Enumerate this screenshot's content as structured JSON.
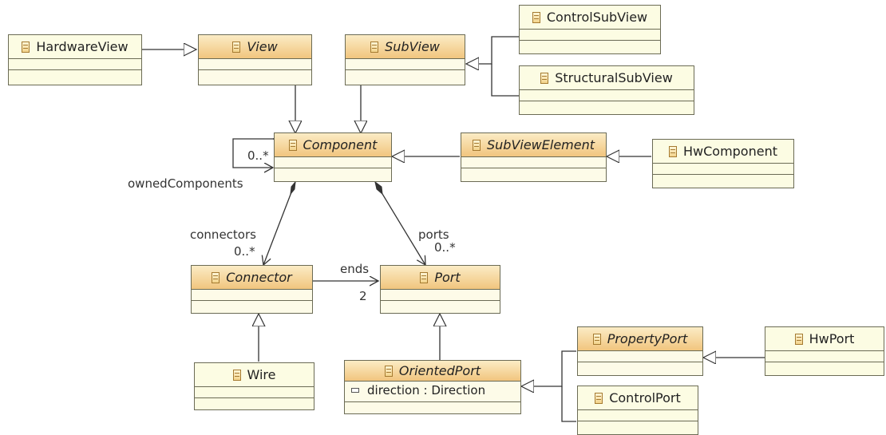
{
  "classes": {
    "hardware_view": {
      "name": "HardwareView"
    },
    "view": {
      "name": "View"
    },
    "sub_view": {
      "name": "SubView"
    },
    "control_sub_view": {
      "name": "ControlSubView"
    },
    "structural_sub_view": {
      "name": "StructuralSubView"
    },
    "component": {
      "name": "Component"
    },
    "sub_view_element": {
      "name": "SubViewElement"
    },
    "hw_component": {
      "name": "HwComponent"
    },
    "connector": {
      "name": "Connector"
    },
    "port": {
      "name": "Port"
    },
    "wire": {
      "name": "Wire"
    },
    "oriented_port": {
      "name": "OrientedPort",
      "attribute": "direction : Direction"
    },
    "property_port": {
      "name": "PropertyPort"
    },
    "hw_port": {
      "name": "HwPort"
    },
    "control_port": {
      "name": "ControlPort"
    }
  },
  "labels": {
    "owned_components_mult": "0..*",
    "owned_components_role": "ownedComponents",
    "connectors_role": "connectors",
    "connectors_mult": "0..*",
    "ports_role": "ports",
    "ports_mult": "0..*",
    "ends_role": "ends",
    "ends_mult": "2"
  }
}
